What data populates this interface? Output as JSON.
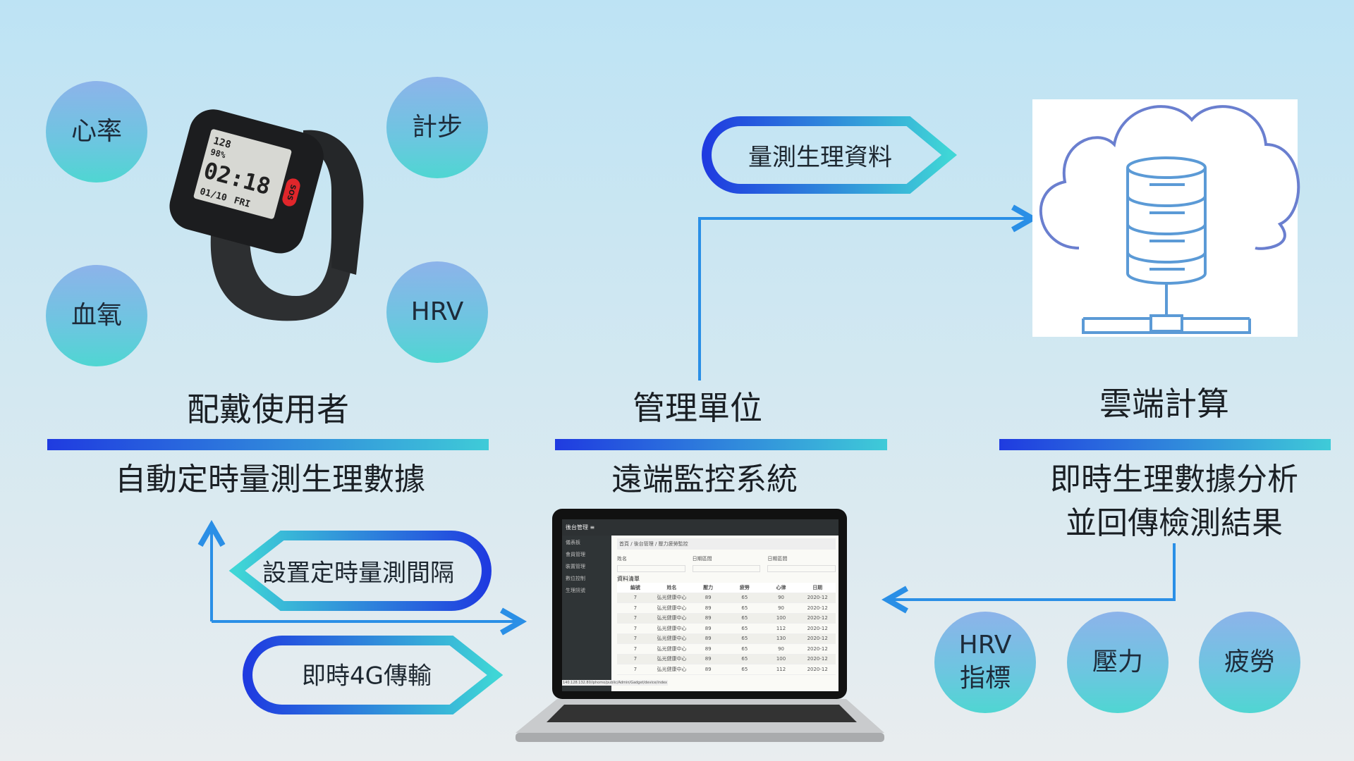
{
  "wearer": {
    "title": "配戴使用者",
    "subtitle": "自動定時量測生理數據",
    "metrics": [
      "心率",
      "計步",
      "血氧",
      "HRV"
    ]
  },
  "watch": {
    "heart_rate": "128",
    "spo2": "98%",
    "time": "02:18",
    "date": "01/10",
    "weekday": "FRI",
    "button": "SOS"
  },
  "management": {
    "title": "管理單位",
    "subtitle": "遠端監控系統"
  },
  "cloud": {
    "title": "雲端計算",
    "subtitle_line1": "即時生理數據分析",
    "subtitle_line2": "並回傳檢測結果",
    "outputs": [
      "HRV",
      "指標",
      "壓力",
      "疲勞"
    ]
  },
  "flows": {
    "measure_data": "量測生理資料",
    "set_interval": "設置定時量測間隔",
    "realtime_4g": "即時4G傳輸"
  },
  "laptop": {
    "app_title": "後台管理 ≡",
    "menu": [
      "儀表板",
      "會員管理",
      "裝置管理",
      "數位控制",
      "生理訊號"
    ],
    "breadcrumb": "首頁 / 後台管理 / 壓力疲勞監控",
    "filters": [
      "姓名",
      "日期區間",
      "日期區間"
    ],
    "list_title": "資料清單",
    "columns": [
      "編號",
      "姓名",
      "壓力",
      "疲勞",
      "心律",
      "日期"
    ],
    "rows": [
      [
        "7",
        "弘光健康中心",
        "89",
        "65",
        "90",
        "2020-12"
      ],
      [
        "7",
        "弘光健康中心",
        "89",
        "65",
        "90",
        "2020-12"
      ],
      [
        "7",
        "弘光健康中心",
        "89",
        "65",
        "100",
        "2020-12"
      ],
      [
        "7",
        "弘光健康中心",
        "89",
        "65",
        "112",
        "2020-12"
      ],
      [
        "7",
        "弘光健康中心",
        "89",
        "65",
        "130",
        "2020-12"
      ],
      [
        "7",
        "弘光健康中心",
        "89",
        "65",
        "90",
        "2020-12"
      ],
      [
        "7",
        "弘光健康中心",
        "89",
        "65",
        "100",
        "2020-12"
      ],
      [
        "7",
        "弘光健康中心",
        "89",
        "65",
        "112",
        "2020-12"
      ]
    ],
    "url": "140.128.132.80/iphomo/public/Admin/Gadget/device/index"
  },
  "colors": {
    "blue": "#1f3be0",
    "cyan": "#3fcbd8",
    "arrow": "#2a8fe6"
  }
}
